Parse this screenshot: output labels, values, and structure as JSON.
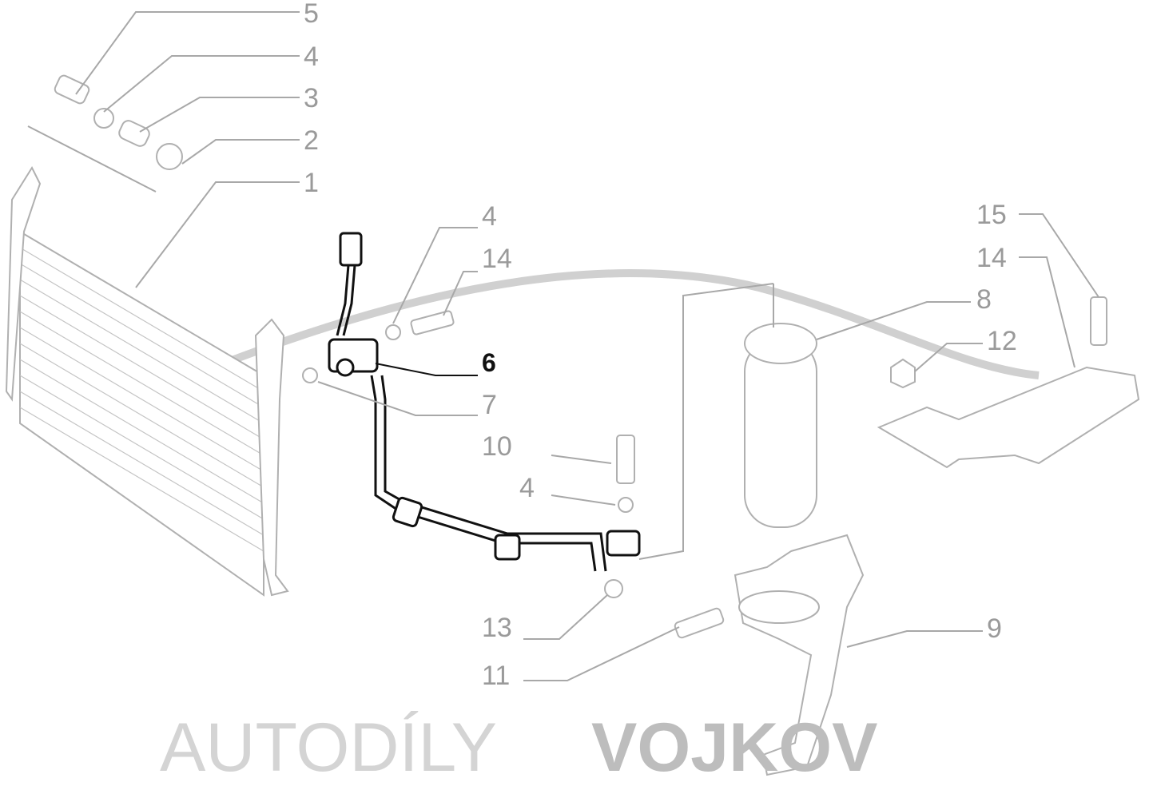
{
  "diagram": {
    "highlighted_part": "6",
    "callouts": [
      {
        "id": "c5",
        "label": "5"
      },
      {
        "id": "c4a",
        "label": "4"
      },
      {
        "id": "c3",
        "label": "3"
      },
      {
        "id": "c2",
        "label": "2"
      },
      {
        "id": "c1",
        "label": "1"
      },
      {
        "id": "c4b",
        "label": "4"
      },
      {
        "id": "c14a",
        "label": "14"
      },
      {
        "id": "c6",
        "label": "6"
      },
      {
        "id": "c7",
        "label": "7"
      },
      {
        "id": "c10",
        "label": "10"
      },
      {
        "id": "c4c",
        "label": "4"
      },
      {
        "id": "c13",
        "label": "13"
      },
      {
        "id": "c11",
        "label": "11"
      },
      {
        "id": "c15",
        "label": "15"
      },
      {
        "id": "c14b",
        "label": "14"
      },
      {
        "id": "c8",
        "label": "8"
      },
      {
        "id": "c12",
        "label": "12"
      },
      {
        "id": "c9",
        "label": "9"
      }
    ]
  },
  "watermark": {
    "light": "AUTODÍLY",
    "bold": "VOJKOV",
    "colors": {
      "light": "#d4d4d4",
      "bold": "#bdbdbd"
    }
  }
}
